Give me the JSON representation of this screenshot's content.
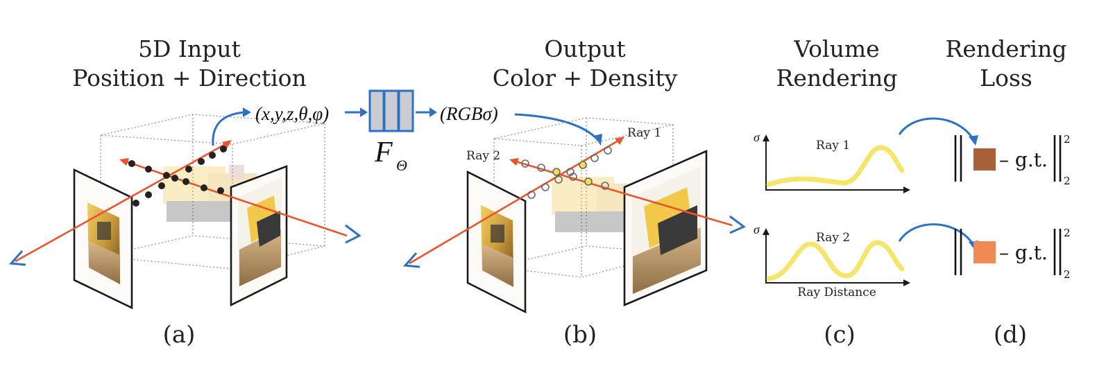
{
  "panels": {
    "a": {
      "title_line1": "5D Input",
      "title_line2": "Position + Direction",
      "label": "(a)",
      "input_vector": "(x,y,z,θ,φ)"
    },
    "network": {
      "label_main": "F",
      "label_sub": "Θ"
    },
    "b": {
      "title_line1": "Output",
      "title_line2": "Color + Density",
      "label": "(b)",
      "output_vector": "(RGBσ)",
      "ray1_label": "Ray 1",
      "ray2_label": "Ray 2"
    },
    "c": {
      "title_line1": "Volume",
      "title_line2": "Rendering",
      "label": "(c)",
      "plot1": {
        "ray_label": "Ray 1",
        "y_axis_label": "σ"
      },
      "plot2": {
        "ray_label": "Ray 2",
        "y_axis_label": "σ",
        "x_axis_label": "Ray Distance"
      }
    },
    "d": {
      "title_line1": "Rendering",
      "title_line2": "Loss",
      "label": "(d)",
      "loss1": {
        "text": "– g.t.",
        "subscript": "2",
        "superscript": "2",
        "swatch_color": "#a8603a"
      },
      "loss2": {
        "text": "– g.t.",
        "subscript": "2",
        "superscript": "2",
        "swatch_color": "#ef8a55"
      }
    }
  },
  "colors": {
    "ray": "#e8552d",
    "arrow": "#2d72c2",
    "network_fill": "#c9ccd2",
    "network_stroke": "#2d72c2",
    "density_curve": "#f6e56b"
  }
}
